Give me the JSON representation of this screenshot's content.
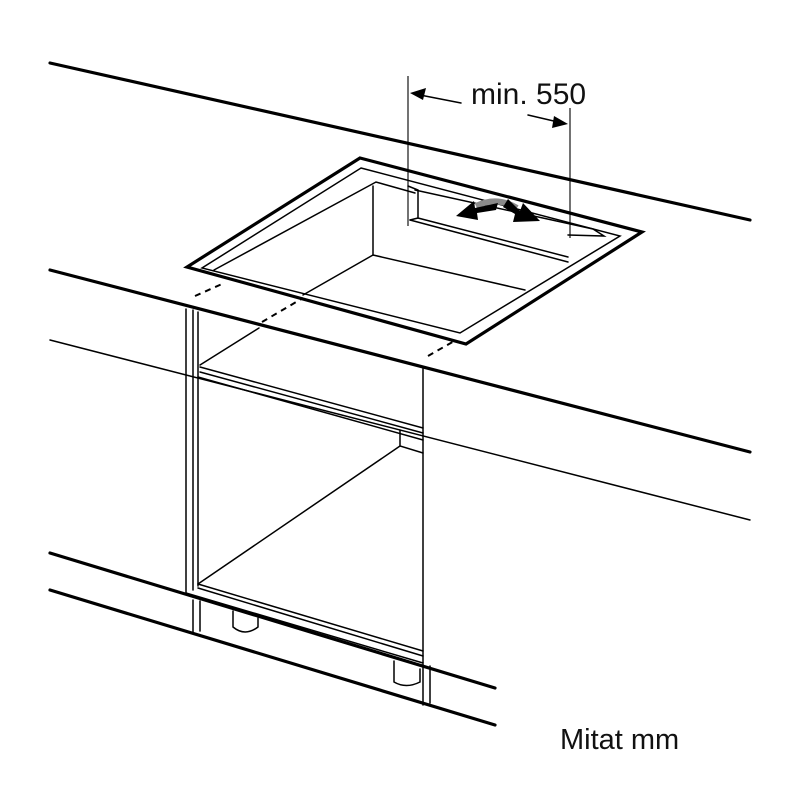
{
  "diagram": {
    "type": "installation-drawing",
    "subject": "Cooktop cut-out in worktop above base cabinet",
    "dimension_label": "min. 550",
    "units_label": "Mitat mm",
    "colors": {
      "line": "#000000",
      "background": "#ffffff",
      "arrow_gray": "#8a8a8a"
    }
  }
}
